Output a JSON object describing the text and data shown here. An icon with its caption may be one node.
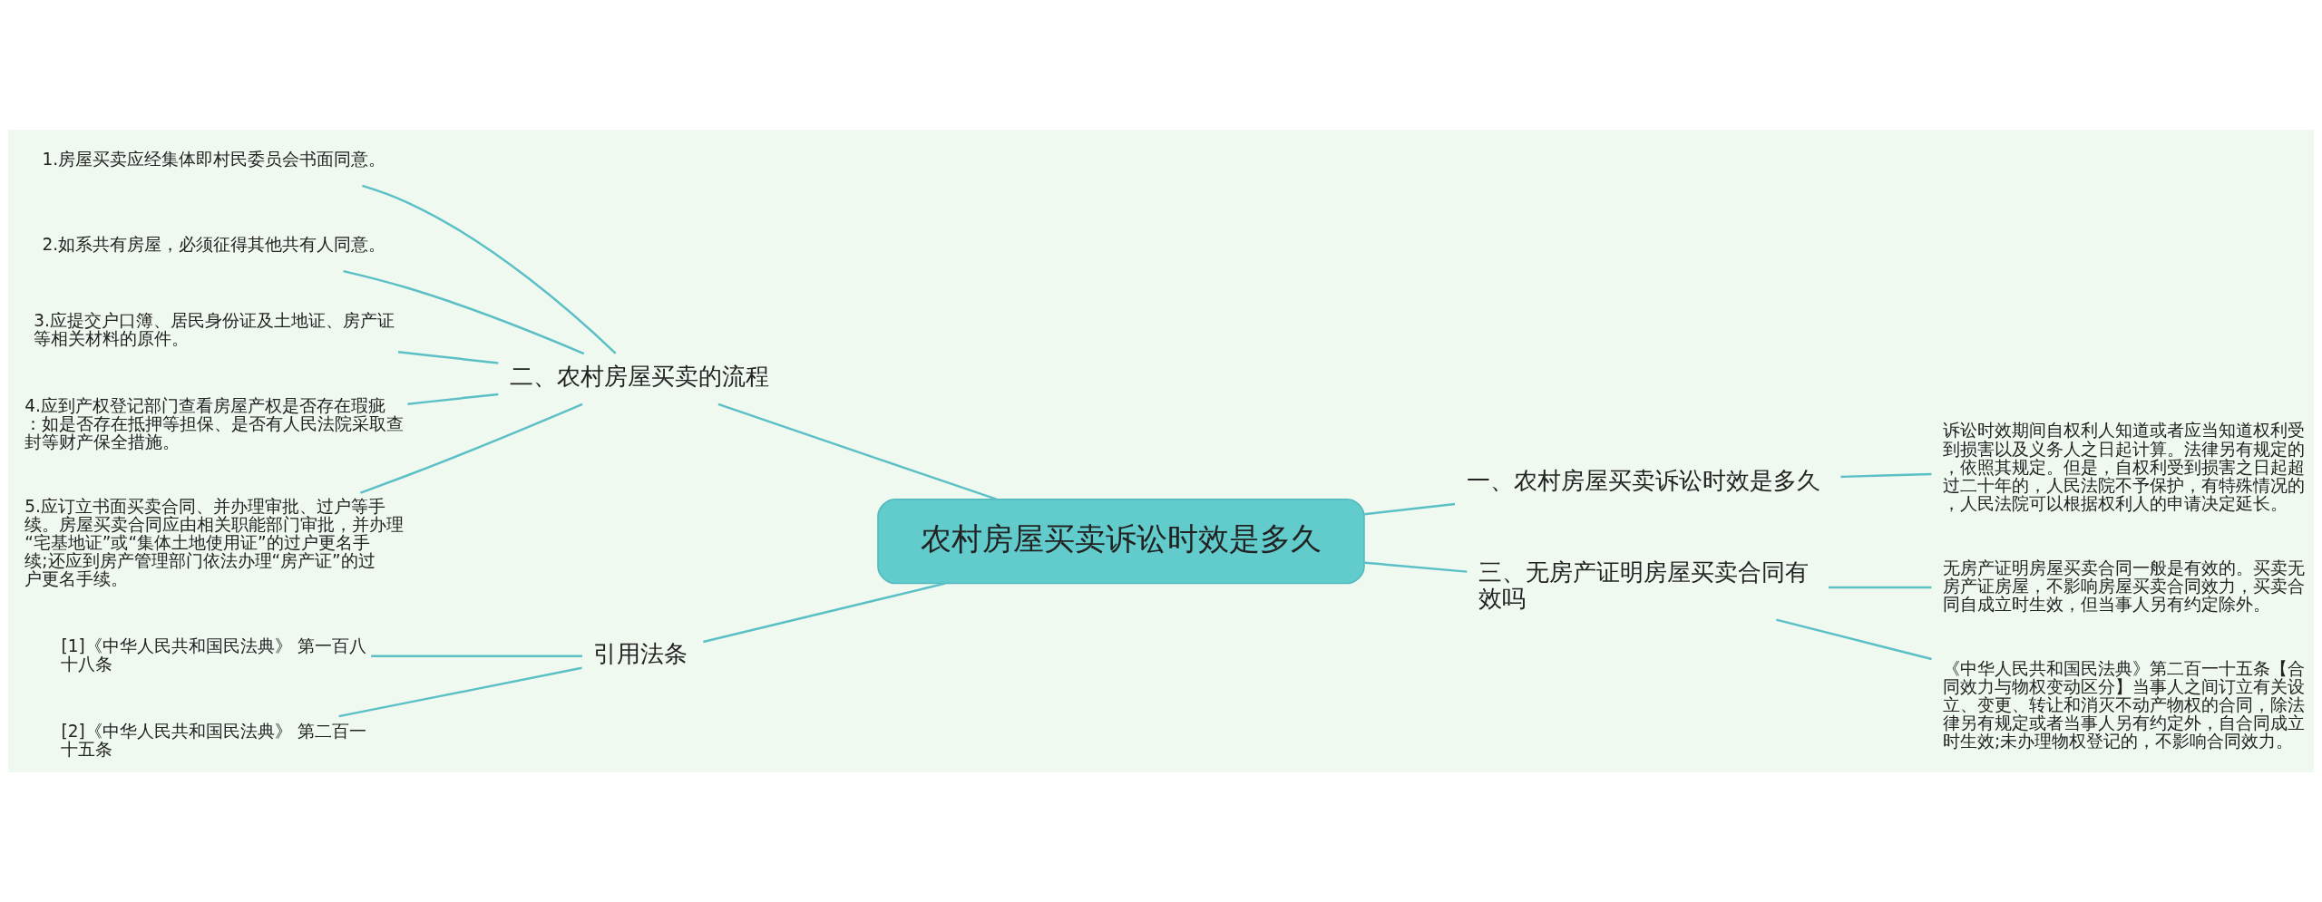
{
  "diagram": {
    "nodes": [
      {
        "text": [
          "农村房屋买卖诉讼时效是多久"
        ]
      },
      {
        "text": [
          "一、农村房屋买卖诉讼时效是多久"
        ]
      },
      {
        "text": [
          "诉讼时效期间自权利人知道或者应当知道权利受到损害以及义务人之日起计算。法律另有规定的，依照其规定。但是，自权利受到损害之日起超过二十年的，人民法院不予保护，有特殊情况的，人民法院可以根据权利人的申请决定延长。"
        ]
      },
      {
        "text": [
          "三、无房产证明房屋买卖合同有效吗"
        ]
      },
      {
        "text": [
          "无房产证明房屋买卖合同一般是有效的。买卖无房产证房屋，不影响房屋买卖合同效力，买卖合同自成立时生效，但当事人另有约定除外。"
        ]
      },
      {
        "text": [
          "《中华人民共和国民法典》第二百一十五条【合同效力与物权变动区分】当事人之间订立有关设立、变更、转让和消灭不动产物权的合同，除法律另有规定或者当事人另有约定外，自合同成立时生效;未办理物权登记的，不影响合同效力。"
        ]
      },
      {
        "text": [
          "二、农村房屋买卖的流程"
        ]
      },
      {
        "text": [
          "1.房屋买卖应经集体即村民委员会书面同意。"
        ]
      },
      {
        "text": [
          "2.如系共有房屋，必须征得其他共有人同意。"
        ]
      },
      {
        "text": [
          "3.应提交户口簿、居民身份证及土地证、房产证等相关材料的原件。"
        ]
      },
      {
        "text": [
          "4.应到产权登记部门查看房屋产权是否存在瑕疵：如是否存在抵押等担保、是否有人民法院采取查封等财产保全措施。"
        ]
      },
      {
        "text": [
          "5.应订立书面买卖合同、并办理审批、过户等手续。房屋买卖合同应由相关职能部门审批，并办理“宅基地证”或“集体土地使用证”的过户更名手续;还应到房产管理部门依法办理“房产证”的过户更名手续。"
        ]
      },
      {
        "text": [
          "引用法条"
        ]
      },
      {
        "text": [
          "[1]《中华人民共和国民法典》 第一百八十八条"
        ]
      },
      {
        "text": [
          "[2]《中华人民共和国民法典》 第二百一十五条"
        ]
      }
    ],
    "edges": [
      {
        "from": 0,
        "to": 1,
        "arrow": "none"
      },
      {
        "from": 1,
        "to": 2,
        "arrow": "none"
      },
      {
        "from": 0,
        "to": 3,
        "arrow": "none"
      },
      {
        "from": 3,
        "to": 4,
        "arrow": "none"
      },
      {
        "from": 3,
        "to": 5,
        "arrow": "none"
      },
      {
        "from": 0,
        "to": 6,
        "arrow": "none"
      },
      {
        "from": 6,
        "to": 7,
        "arrow": "none"
      },
      {
        "from": 6,
        "to": 8,
        "arrow": "none"
      },
      {
        "from": 6,
        "to": 9,
        "arrow": "none"
      },
      {
        "from": 6,
        "to": 10,
        "arrow": "none"
      },
      {
        "from": 6,
        "to": 11,
        "arrow": "none"
      },
      {
        "from": 0,
        "to": 12,
        "arrow": "none"
      },
      {
        "from": 12,
        "to": 13,
        "arrow": "none"
      },
      {
        "from": 12,
        "to": 14,
        "arrow": "none"
      }
    ]
  }
}
